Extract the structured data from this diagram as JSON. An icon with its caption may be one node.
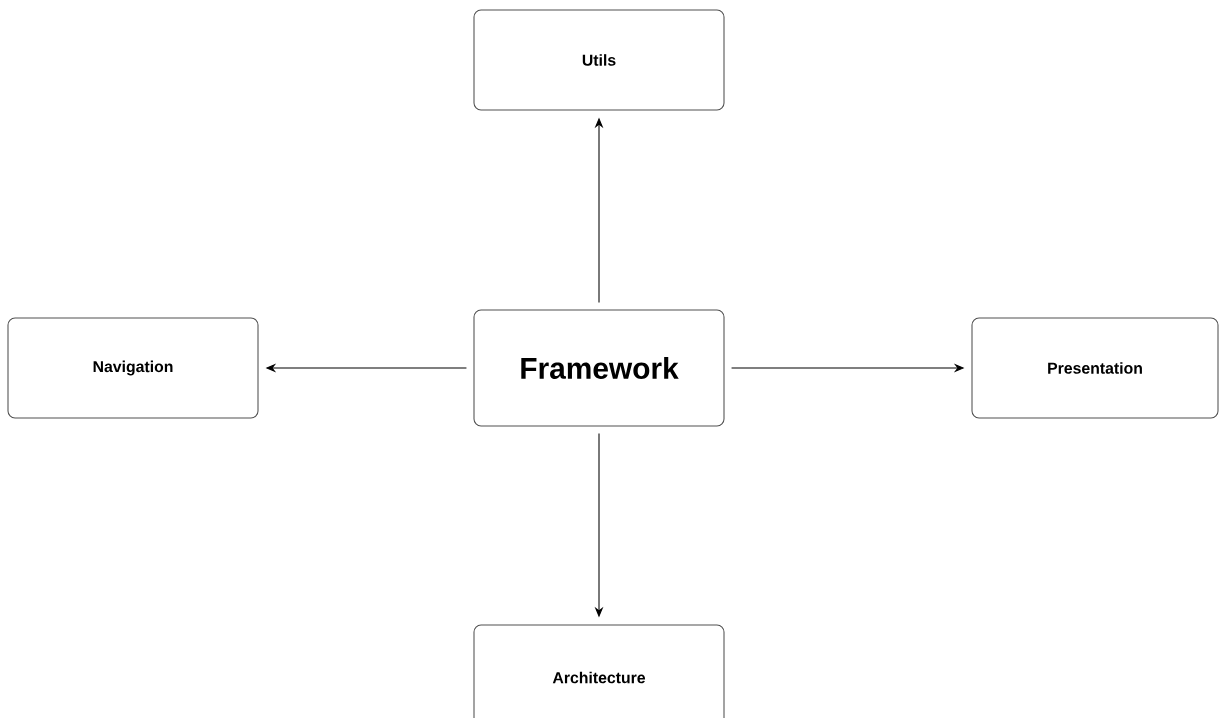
{
  "diagram": {
    "nodes": [
      {
        "text": [
          "Framework"
        ]
      },
      {
        "text": [
          "Utils"
        ]
      },
      {
        "text": [
          "Navigation"
        ]
      },
      {
        "text": [
          "Presentation"
        ]
      },
      {
        "text": [
          "Architecture"
        ]
      }
    ],
    "edges": [
      {
        "from": 0,
        "to": 1,
        "arrow": "to"
      },
      {
        "from": 0,
        "to": 2,
        "arrow": "to"
      },
      {
        "from": 0,
        "to": 3,
        "arrow": "to"
      },
      {
        "from": 0,
        "to": 4,
        "arrow": "to"
      }
    ]
  }
}
